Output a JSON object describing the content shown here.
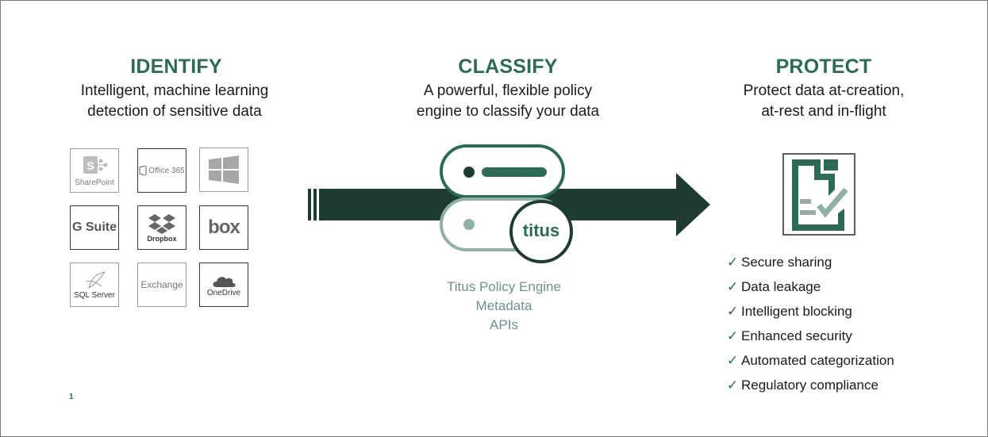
{
  "identify": {
    "title": "IDENTIFY",
    "subtitle_line1": "Intelligent, machine learning",
    "subtitle_line2": "detection of sensitive data",
    "logos": [
      {
        "name": "sharepoint",
        "label": "SharePoint",
        "icon": "sharepoint-icon"
      },
      {
        "name": "office365",
        "label": "Office 365",
        "icon": "office365-icon"
      },
      {
        "name": "windows",
        "label": "",
        "icon": "windows-icon"
      },
      {
        "name": "gsuite",
        "label": "G Suite",
        "icon": "gsuite-icon"
      },
      {
        "name": "dropbox",
        "label": "Dropbox",
        "icon": "dropbox-icon"
      },
      {
        "name": "box",
        "label": "box",
        "icon": "box-icon"
      },
      {
        "name": "sql-server",
        "label": "SQL Server",
        "icon": "sql-server-icon"
      },
      {
        "name": "exchange",
        "label": "Exchange",
        "icon": "exchange-icon"
      },
      {
        "name": "onedrive",
        "label": "OneDrive",
        "icon": "onedrive-icon"
      }
    ]
  },
  "classify": {
    "title": "CLASSIFY",
    "subtitle_line1": "A powerful, flexible policy",
    "subtitle_line2": "engine to classify your data",
    "badge": "titus",
    "engine_items": [
      "Titus Policy Engine",
      "Metadata",
      "APIs"
    ]
  },
  "protect": {
    "title": "PROTECT",
    "subtitle_line1": "Protect data at-creation,",
    "subtitle_line2": "at-rest and in-flight",
    "benefits": [
      "Secure sharing",
      "Data leakage",
      "Intelligent blocking",
      "Enhanced security",
      "Automated categorization",
      "Regulatory compliance"
    ]
  },
  "page_number": "1",
  "colors": {
    "accent": "#2e6b57",
    "arrow": "#1e3b34",
    "muted": "#6f8f91",
    "faint_server": "#8fb0a3"
  }
}
